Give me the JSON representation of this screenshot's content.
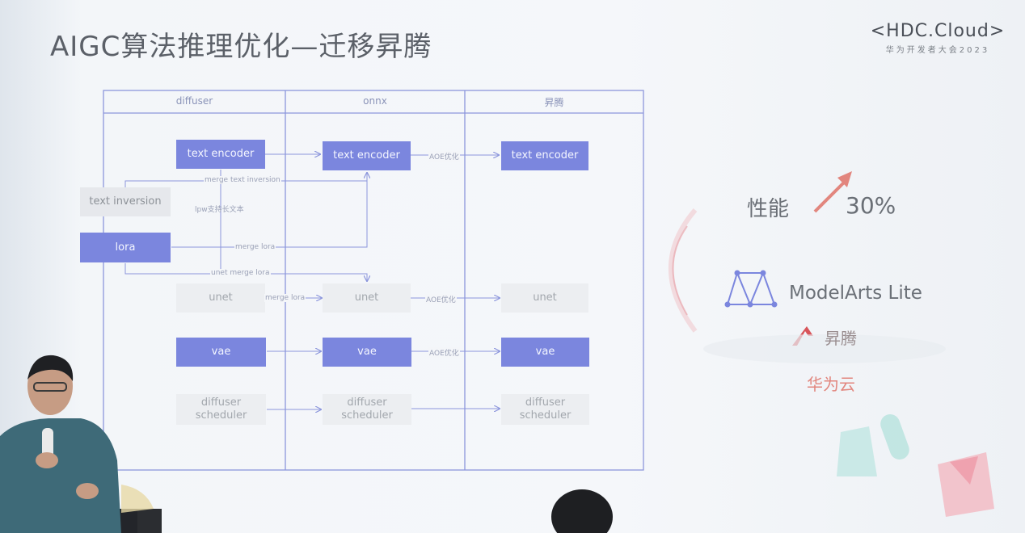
{
  "slide": {
    "title": "AIGC算法推理优化—迁移昇腾",
    "brand_logo": "<HDC.Cloud>",
    "brand_sub": "华为开发者大会2023"
  },
  "diagram": {
    "columns": [
      "diffuser",
      "onnx",
      "昇腾"
    ],
    "diffuser": {
      "text_encoder": "text encoder",
      "text_inversion": "text inversion",
      "lora": "lora",
      "unet": "unet",
      "vae": "vae",
      "scheduler": "diffuser\nscheduler"
    },
    "onnx": {
      "text_encoder": "text encoder",
      "unet": "unet",
      "vae": "vae",
      "scheduler": "diffuser\nscheduler"
    },
    "ascend": {
      "text_encoder": "text encoder",
      "unet": "unet",
      "vae": "vae",
      "scheduler": "diffuser\nscheduler"
    },
    "edge_labels": {
      "merge_text_inversion": "merge text inversion",
      "lpw": "lpw支持长文本",
      "merge_lora_top": "merge lora",
      "unet_merge_lora": "unet merge lora",
      "merge_lora_unet": "merge lora",
      "aoe1": "AOE优化",
      "aoe2": "AOE优化",
      "aoe3": "AOE优化"
    }
  },
  "right_panel": {
    "perf_label": "性能",
    "perf_value": "30%",
    "modelarts": "ModelArts Lite",
    "ascend": "昇腾",
    "huaweicloud": "华为云"
  },
  "colors": {
    "accent_blue": "#7b86de",
    "line_blue": "#8c96dc",
    "arrow_red": "#e2867e"
  }
}
